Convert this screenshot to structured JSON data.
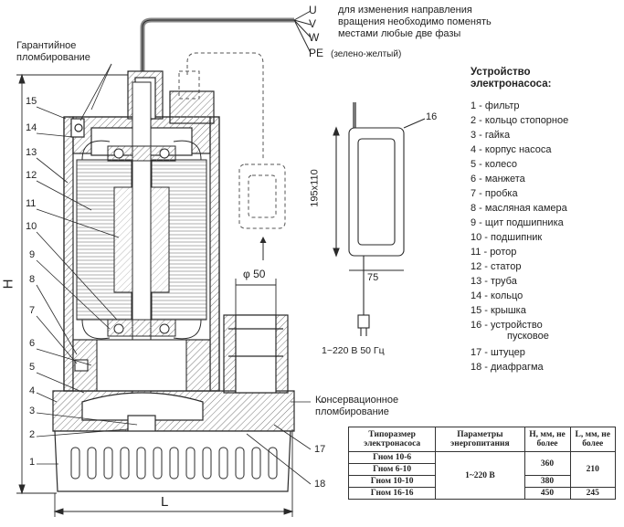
{
  "phase_labels": [
    "U",
    "V",
    "W",
    "PE"
  ],
  "pe_note": "(зелено-желтый)",
  "phase_note": [
    "для изменения направления",
    "вращения необходимо поменять",
    "местами любые две фазы"
  ],
  "seal_label": [
    "Гарантийное",
    "пломбирование"
  ],
  "conservation_label": [
    "Консервационное",
    "пломбирование"
  ],
  "dimension_labels": {
    "height": "H",
    "length": "L",
    "outlet": "φ 50",
    "box_height": "195x110",
    "box_depth": "75",
    "power": "1~220 В  50 Гц"
  },
  "left_callouts": [
    "15",
    "14",
    "13",
    "12",
    "11",
    "10",
    "9",
    "8",
    "7",
    "6",
    "5",
    "4",
    "3",
    "2",
    "1"
  ],
  "right_callouts": [
    "16",
    "17",
    "18"
  ],
  "legend": {
    "title": [
      "Устройство",
      "электронасоса:"
    ],
    "items": [
      "1 - фильтр",
      "2 - кольцо стопорное",
      "3 - гайка",
      "4 - корпус насоса",
      "5 - колесо",
      "6 - манжета",
      "7 - пробка",
      "8 - масляная камера",
      "9 - щит подшипника",
      "10 - подшипник",
      "11 - ротор",
      "12 - статор",
      "13 - труба",
      "14 - кольцо",
      "15 - крышка",
      "16 - устройство",
      "пусковое",
      "17 - штуцер",
      "18 - диафрагма"
    ]
  },
  "table": {
    "headers": [
      "Типоразмер электронасоса",
      "Параметры энергопитания",
      "H, мм, не более",
      "L, мм, не более"
    ],
    "rows": [
      {
        "model": "Гном 10-6",
        "power": "1~220 В",
        "h": "360",
        "l": "210"
      },
      {
        "model": "Гном 6-10",
        "power": "",
        "h": "",
        "l": ""
      },
      {
        "model": "Гном 10-10",
        "power": "",
        "h": "380",
        "l": ""
      },
      {
        "model": "Гном 16-16",
        "power": "",
        "h": "450",
        "l": "245"
      }
    ]
  },
  "colors": {
    "line": "#2a2a2a",
    "hatch": "#777777",
    "background": "#ffffff"
  }
}
